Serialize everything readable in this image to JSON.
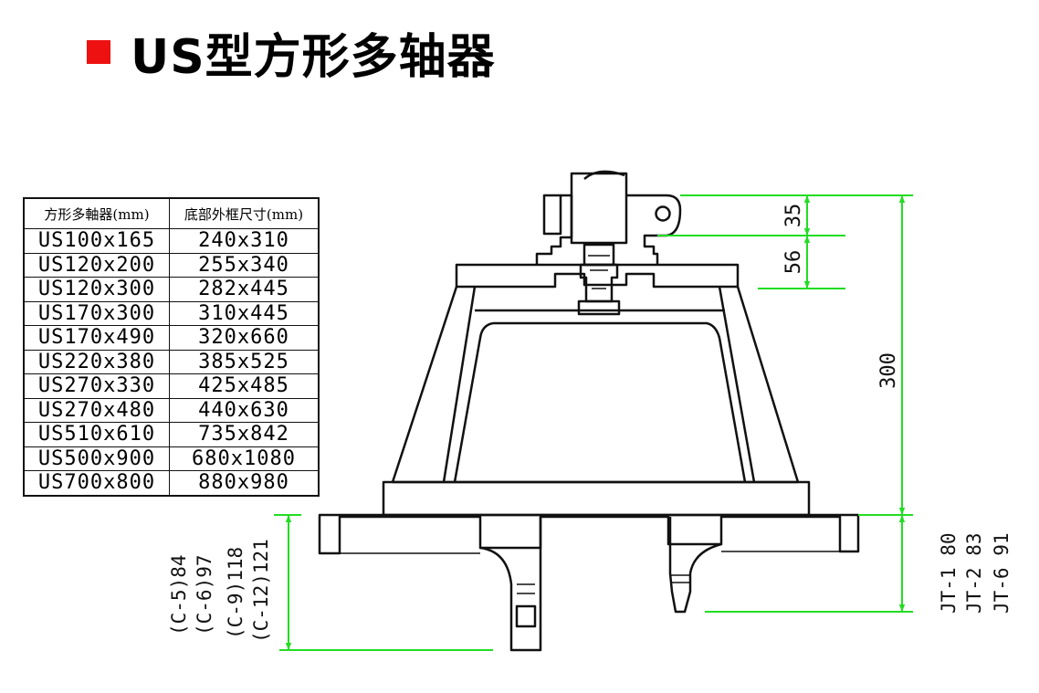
{
  "title": "US型方形多轴器",
  "table": {
    "headers": [
      "方形多軸器(mm)",
      "底部外框尺寸(mm)"
    ],
    "rows": [
      [
        "US100x165",
        "240x310"
      ],
      [
        "US120x200",
        "255x340"
      ],
      [
        "US120x300",
        "282x445"
      ],
      [
        "US170x300",
        "310x445"
      ],
      [
        "US170x490",
        "320x660"
      ],
      [
        "US220x380",
        "385x525"
      ],
      [
        "US270x330",
        "425x485"
      ],
      [
        "US270x480",
        "440x630"
      ],
      [
        "US510x610",
        "735x842"
      ],
      [
        "US500x900",
        "680x1080"
      ],
      [
        "US700x800",
        "880x980"
      ]
    ]
  },
  "dimensions": {
    "d35": "35",
    "d56": "56",
    "d300": "300",
    "left_labels": [
      "(C-5)84",
      "(C-6)97",
      "(C-9)118",
      "(C-12)121"
    ],
    "right_labels": [
      "JT-1 80",
      "JT-2 83",
      "JT-6 91"
    ]
  },
  "colors": {
    "title_bullet": "#ee1111",
    "dimension_lines": "#22dd22",
    "drawing_lines": "#111111"
  }
}
